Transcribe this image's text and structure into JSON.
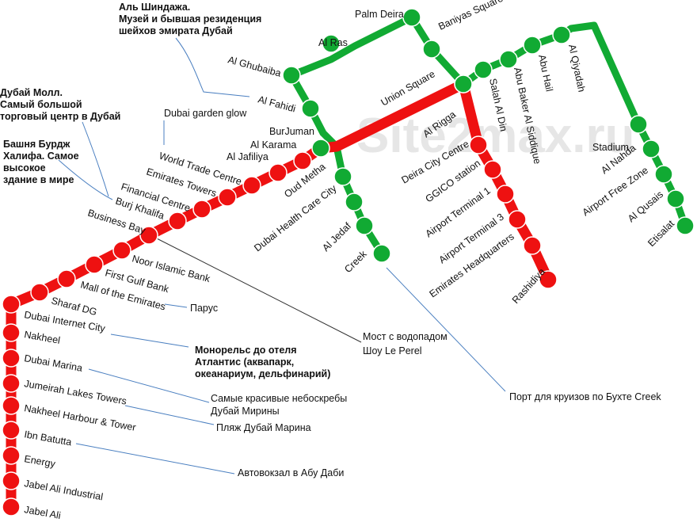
{
  "watermark": "Site2max.ru",
  "colors": {
    "red_line": "#ee1111",
    "green_line": "#11aa33",
    "callout": "#4a7fc0",
    "callout_dark": "#333333"
  },
  "red_stations": [
    "Rashidiya",
    "Emirates Headquarters",
    "Airport Terminal 3",
    "Airport Terminal 1",
    "GGICO station",
    "Deira City Centre",
    "Al Rigga",
    "Union Square",
    "BurJuman",
    "Al Karama",
    "Al Jafiliya",
    "World Trade Centre",
    "Emirates Towers",
    "Financial Centre",
    "Burj Khalifa",
    "Business Bay",
    "Noor Islamic Bank",
    "First Gulf Bank",
    "Mall of the Emirates",
    "Sharaf DG",
    "Dubai Internet City",
    "Nakheel",
    "Dubai Marina",
    "Jumeirah Lakes Towers",
    "Nakheel Harbour & Tower",
    "Ibn Batutta",
    "Energy",
    "Jabel Ali Industrial",
    "Jabel Ali"
  ],
  "green_stations": [
    "Etisalat",
    "Al Qusais",
    "Airport Free Zone",
    "Al Nahda",
    "Stadium",
    "Al Qiyadah",
    "Abu Hail",
    "Abu Baker Al Siddique",
    "Salah Al Din",
    "Union Square",
    "Baniyas Square",
    "Palm Deira",
    "Al Ras",
    "Al Ghubaiba",
    "Al Fahidi",
    "BurJuman",
    "Oud Metha",
    "Dubai Health Care City",
    "Al Jedaf",
    "Creek"
  ],
  "annotations": {
    "shindagha": [
      "Аль Шиндажа.",
      "Музей и бывшая резиденция",
      "шейхов эмирата Дубай"
    ],
    "dubai_mall": [
      "Дубай Молл.",
      "Самый большой",
      "торговый центр в Дубай"
    ],
    "burj": [
      "Башня Бурдж",
      "Халифа. Самое",
      "высокое",
      "здание в мире"
    ],
    "garden_glow": "Dubai garden glow",
    "parus": "Парус",
    "monorail": [
      "Монорельс до отеля",
      "Атлантис (аквапарк,",
      "океанариум, дельфинарий)"
    ],
    "marina_scrapers": [
      "Самые красивые небоскребы",
      "Дубай Мирины"
    ],
    "marina_beach": "Пляж Дубай Марина",
    "bus_station": "Автовокзал в Абу Даби",
    "bridge": [
      "Мост с водопадом",
      "Шоу Le Perel"
    ],
    "cruise_port": "Порт для круизов по Бухте Creek"
  }
}
